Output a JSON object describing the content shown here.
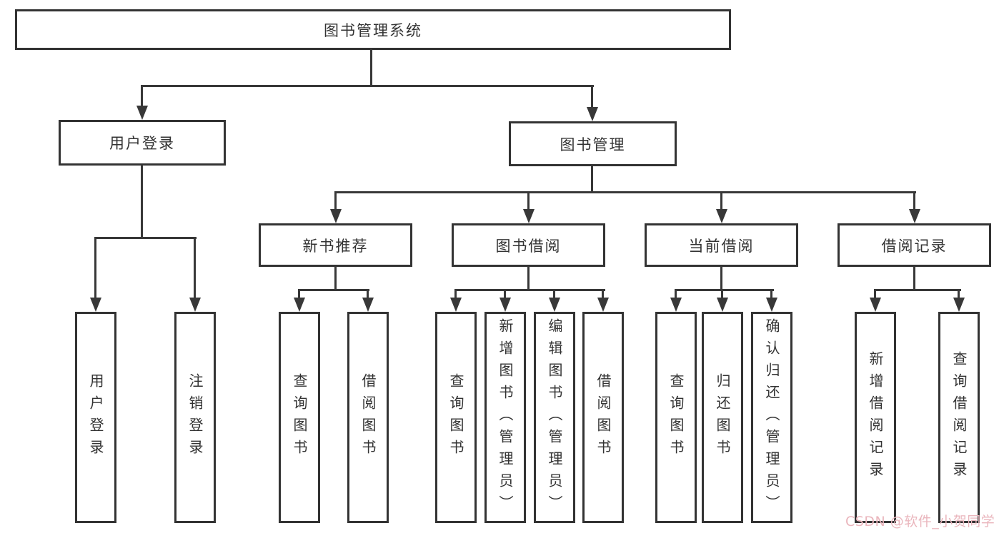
{
  "diagram": {
    "type": "hierarchy-tree",
    "title": "图书管理系统",
    "colors": {
      "line": "#383838",
      "box_border": "#333333",
      "text": "#333333",
      "background": "#ffffff",
      "watermark": "#eab6bd"
    },
    "nodes": {
      "root": "图书管理系统",
      "level2": [
        "用户登录",
        "图书管理"
      ],
      "level3": [
        "新书推荐",
        "图书借阅",
        "当前借阅",
        "借阅记录"
      ],
      "leaves_user_login": [
        "用户登录",
        "注销登录"
      ],
      "leaves_new_book": [
        "查询图书",
        "借阅图书"
      ],
      "leaves_book_borrow": [
        "查询图书",
        "新增图书（管理员）",
        "编辑图书（管理员）",
        "借阅图书"
      ],
      "leaves_current_borrow": [
        "查询图书",
        "归还图书",
        "确认归还（管理员）"
      ],
      "leaves_borrow_record": [
        "新增借阅记录",
        "查询借阅记录"
      ]
    },
    "watermark": "CSDN @软件_小贺同学"
  }
}
